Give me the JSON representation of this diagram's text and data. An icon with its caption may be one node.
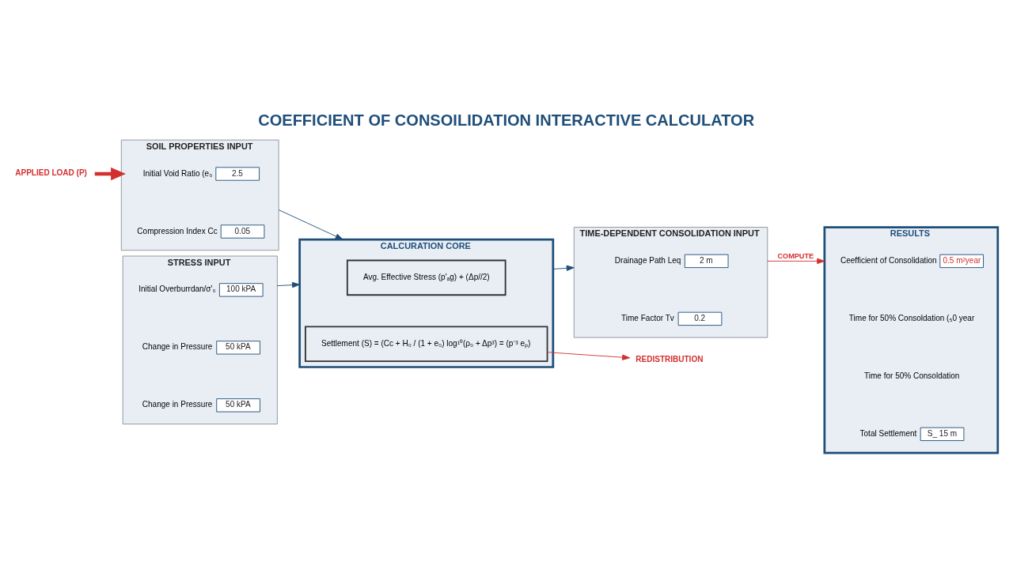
{
  "diagram": {
    "title": "COEFFICIENT OF CONSOILIDATION INTERACTIVE CALCULATOR",
    "nodes": [
      {
        "text": [
          "APPLIED LOAD (P)"
        ]
      },
      {
        "text": [
          "SOIL PROPERTIES INPUT"
        ]
      },
      {
        "text": [
          "2.5"
        ],
        "beside": [
          "Initial Void Ratio (e₀"
        ],
        "in": 1
      },
      {
        "text": [
          "0.05"
        ],
        "beside": [
          "Compression Index Cc"
        ],
        "in": 1
      },
      {
        "text": [
          "STRESS INPUT"
        ]
      },
      {
        "text": [
          "100 kPA"
        ],
        "beside": [
          "Initial Overburrdan/σ'₀"
        ],
        "in": 4
      },
      {
        "text": [
          "50 kPA"
        ],
        "beside": [
          "Change in Pressure"
        ],
        "in": 4
      },
      {
        "text": [
          "50 kPA"
        ],
        "beside": [
          "Change in Pressure"
        ],
        "in": 4
      },
      {
        "text": [
          "CALCURATION CORE"
        ]
      },
      {
        "text": [
          "Avg. Effective Stress (p'ₐg) + (Δp//2)"
        ],
        "in": 8
      },
      {
        "text": [
          "Settlement (S) = (Cc + H₀ / (1 + e₀) log¹⁰(ρ₀ + Δp³) = (p⁻³ eₚ)"
        ],
        "in": 8
      },
      {
        "text": [
          "TIME-DEPENDENT CONSOLIDATION INPUT"
        ]
      },
      {
        "text": [
          "2 m"
        ],
        "beside": [
          "Drainage Path Leq"
        ],
        "in": 11
      },
      {
        "text": [
          "0.2"
        ],
        "beside": [
          "Time Factor Tv"
        ],
        "in": 11
      },
      {
        "text": [
          "REDISTRIBUTION"
        ]
      },
      {
        "text": [
          "RESULTS"
        ]
      },
      {
        "text": [
          "0.5 m²year"
        ],
        "beside": [
          "Ceefficient of Consolidation"
        ],
        "in": 15
      },
      {
        "text": [
          "S_ 15 m"
        ],
        "beside": [
          "Total Settlement"
        ],
        "in": 15
      }
    ],
    "edges": [
      {
        "from": 0,
        "to": 1,
        "arrow": "to",
        "style": "thick",
        "color": "#d32f2f"
      },
      {
        "from": 1,
        "to": 8,
        "arrow": "to",
        "color": "#1f4e79"
      },
      {
        "from": 4,
        "to": 8,
        "arrow": "to",
        "color": "#1f4e79"
      },
      {
        "from": 8,
        "to": 11,
        "arrow": "to",
        "color": "#1f4e79"
      },
      {
        "from": 11,
        "to": 15,
        "arrow": "to",
        "label": "COMPUTE",
        "color": "#d32f2f"
      },
      {
        "from": 10,
        "to": 14,
        "arrow": "to",
        "color": "#d32f2f"
      }
    ],
    "labels": [
      "Time for 50% Consoldation (₅0 year",
      "Time for 50% Consoldation"
    ]
  }
}
